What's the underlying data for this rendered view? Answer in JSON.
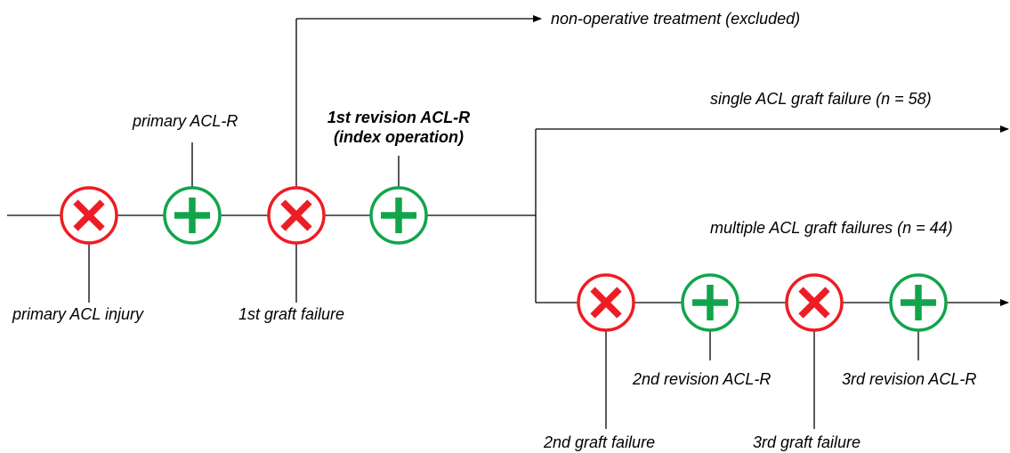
{
  "colors": {
    "failure": "#ee1c25",
    "reconstruction": "#11a54b",
    "line": "#000000"
  },
  "icons": {
    "failure": "x-circle-icon",
    "reconstruction": "plus-circle-icon"
  },
  "labels": {
    "primary_injury": "primary ACL injury",
    "primary_aclr": "primary ACL-R",
    "first_graft_failure": "1st graft failure",
    "first_revision_line1": "1st revision ACL-R",
    "first_revision_line2": "(index operation)",
    "non_operative": "non-operative treatment (excluded)",
    "single_failure": "single ACL graft failure (n = 58)",
    "multiple_failures": "multiple ACL graft failures (n = 44)",
    "second_graft_failure": "2nd graft failure",
    "second_revision": "2nd revision ACL-R",
    "third_graft_failure": "3rd graft failure",
    "third_revision": "3rd revision ACL-R"
  }
}
